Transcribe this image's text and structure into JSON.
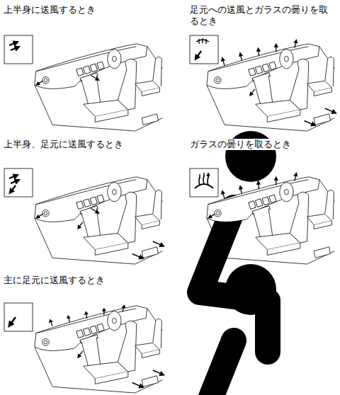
{
  "diagram": {
    "labels": [
      "上半身に送風するとき",
      "足元への送風とガラスの曇りを取るとき",
      "上半身、足元に送風するとき",
      "ガラスの曇りを取るとき",
      "主に足元に送風するとき"
    ]
  }
}
